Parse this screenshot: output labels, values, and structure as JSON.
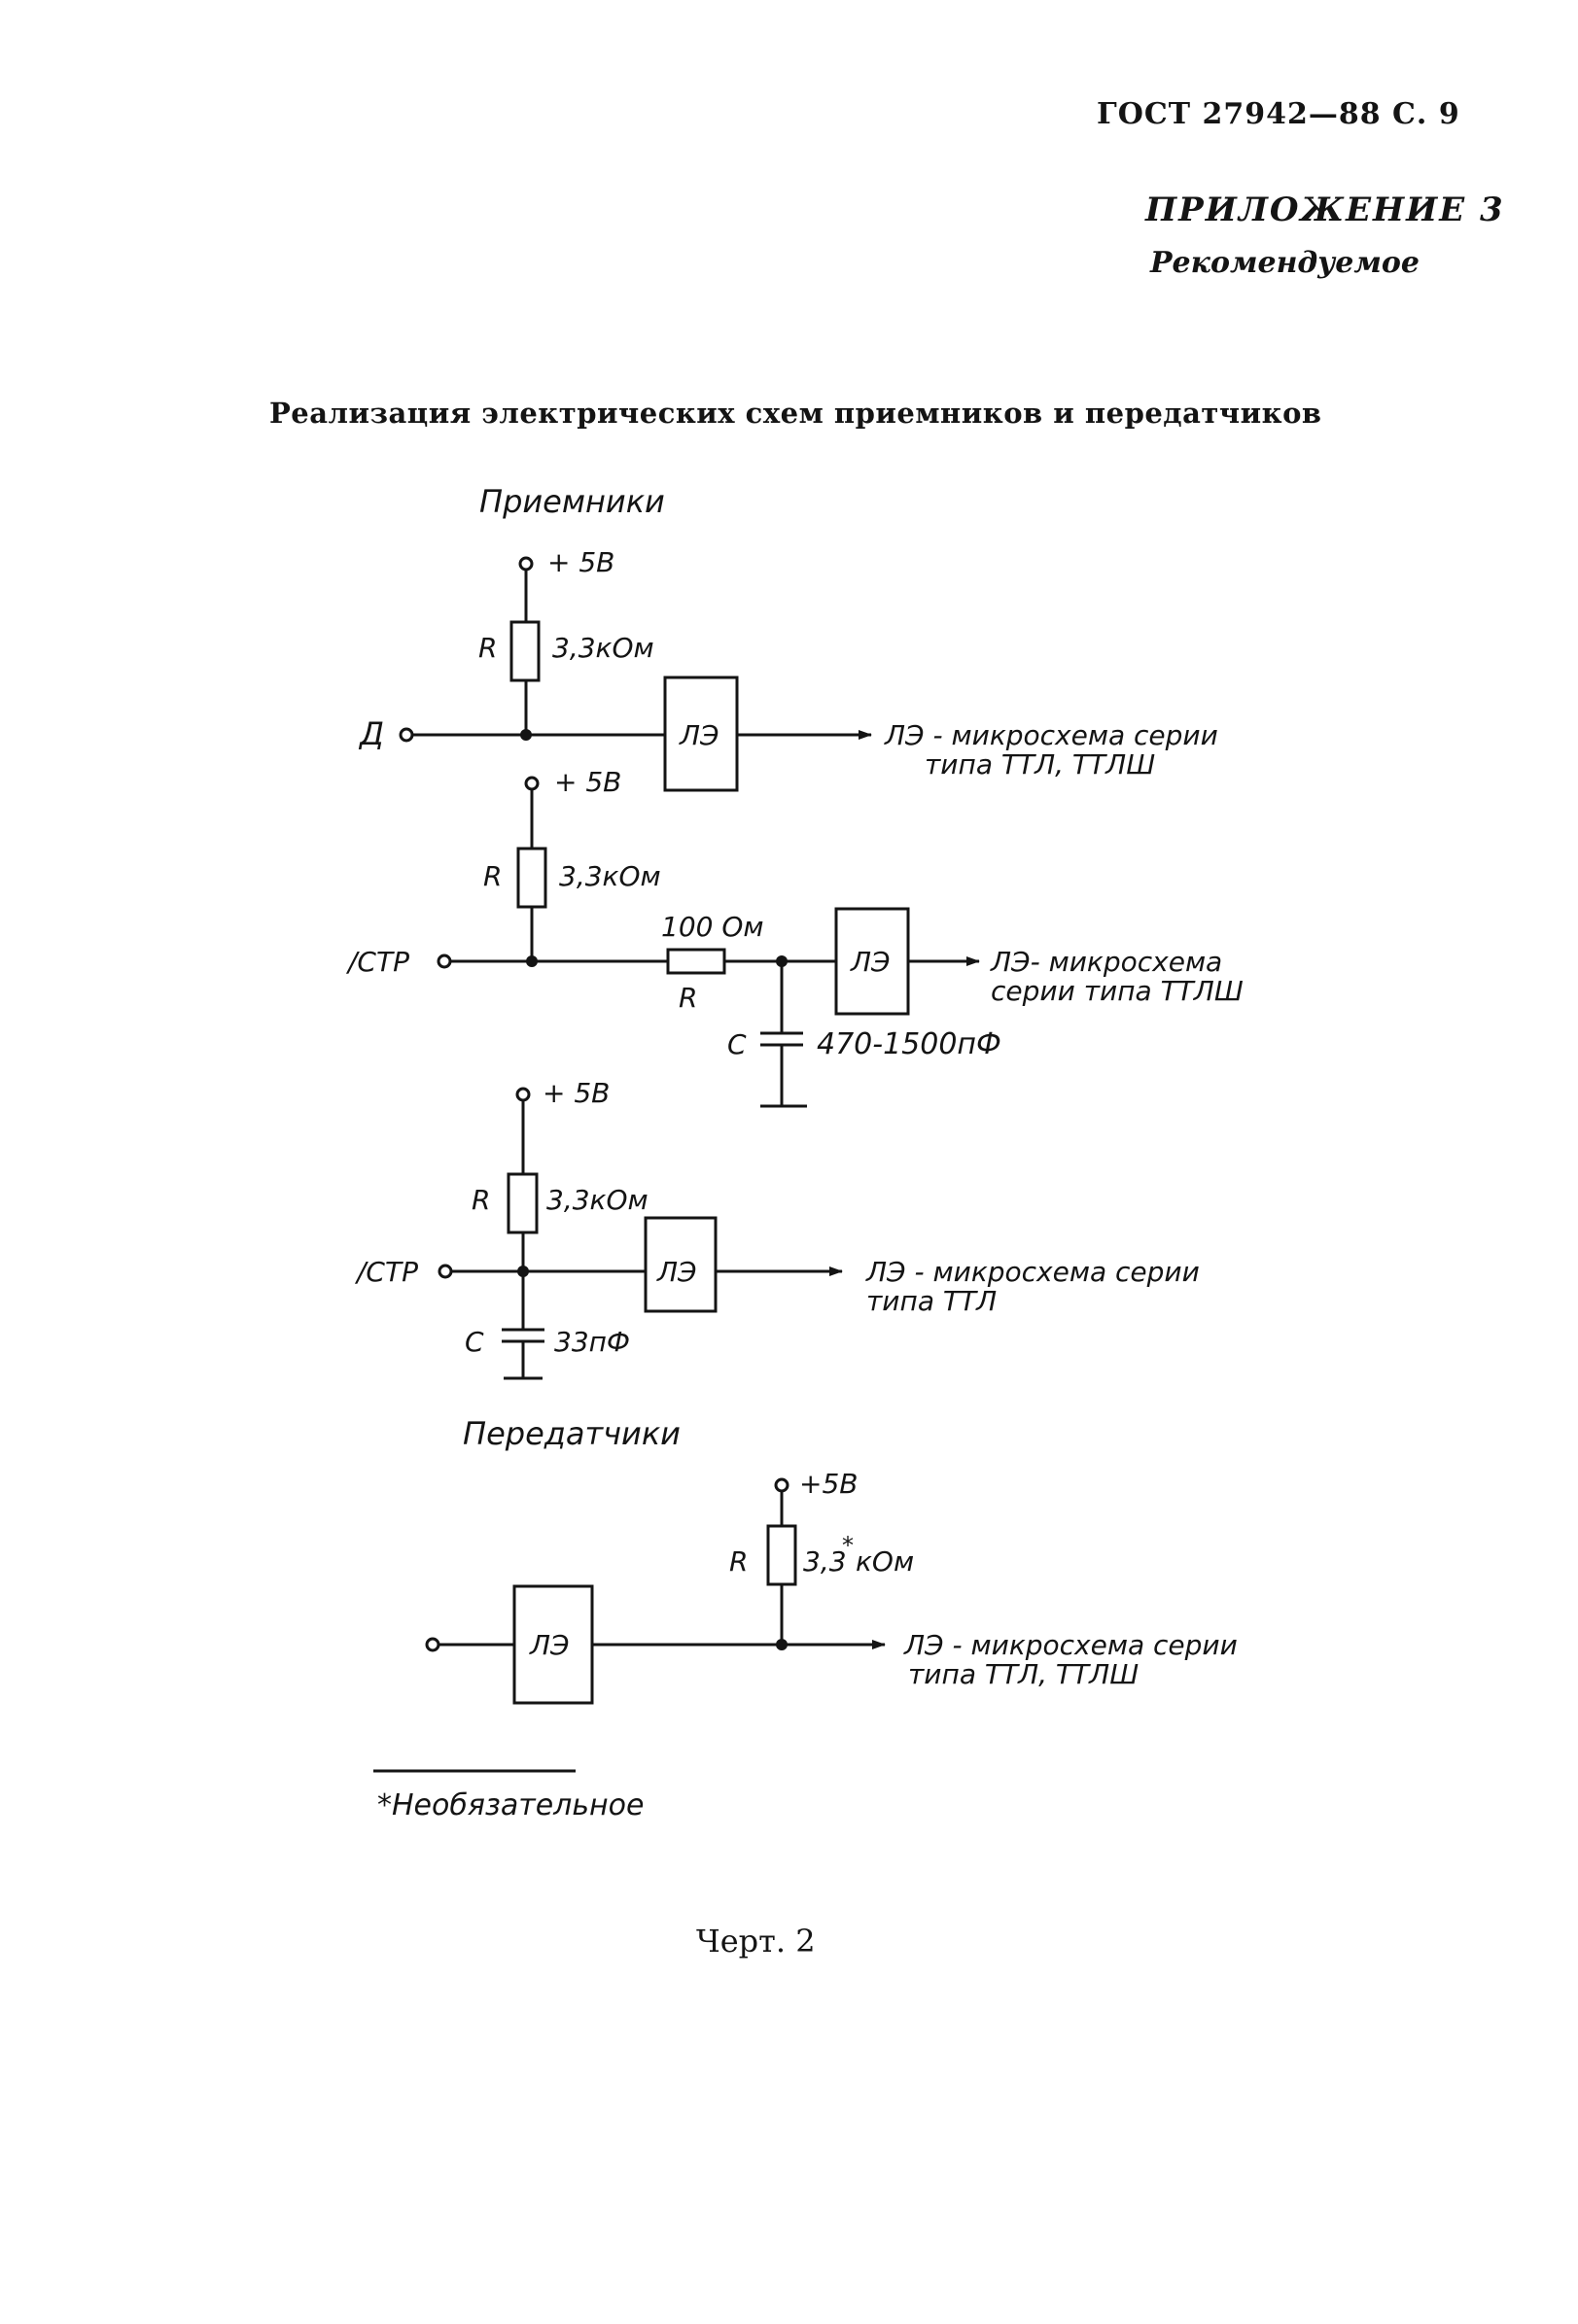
{
  "header": {
    "standard": "ГОСТ 27942—88 С. 9"
  },
  "appendix": {
    "title": "ПРИЛОЖЕНИЕ 3",
    "status": "Рекомендуемое"
  },
  "page_title": "Реализация электрических схем приемников и передатчиков",
  "receivers": {
    "section_label": "Приемники",
    "c1": {
      "supply": "+ 5В",
      "r_name": "R",
      "r_value": "3,3кОм",
      "input": "Д",
      "gate": "ЛЭ",
      "out_line1": "ЛЭ - микросхема серии",
      "out_line2": "типа ТТЛ, ТТЛШ"
    },
    "c2": {
      "supply": "+ 5В",
      "r_name": "R",
      "r_value": "3,3кОм",
      "input": "/СТР",
      "series_value": "100 Ом",
      "series_name": "R",
      "c_name": "С",
      "c_value": "470-1500пФ",
      "gate": "ЛЭ",
      "out_line1": "ЛЭ- микросхема",
      "out_line2": "серии типа ТТЛШ"
    },
    "c3": {
      "supply": "+ 5В",
      "r_name": "R",
      "r_value": "3,3кОм",
      "input": "/СТР",
      "c_name": "С",
      "c_value": "33пФ",
      "gate": "ЛЭ",
      "out_line1": "ЛЭ - микросхема серии",
      "out_line2": "типа ТТЛ"
    }
  },
  "transmitters": {
    "section_label": "Передатчики",
    "supply": "+5В",
    "r_name": "R",
    "r_value_a": "3,3",
    "r_star": "*",
    "r_value_b": "кОм",
    "gate": "ЛЭ",
    "out_line1": "ЛЭ - микросхема серии",
    "out_line2": "типа ТТЛ, ТТЛШ"
  },
  "footnote": {
    "text": "*Необязательное"
  },
  "figure_caption": "Черт. 2"
}
